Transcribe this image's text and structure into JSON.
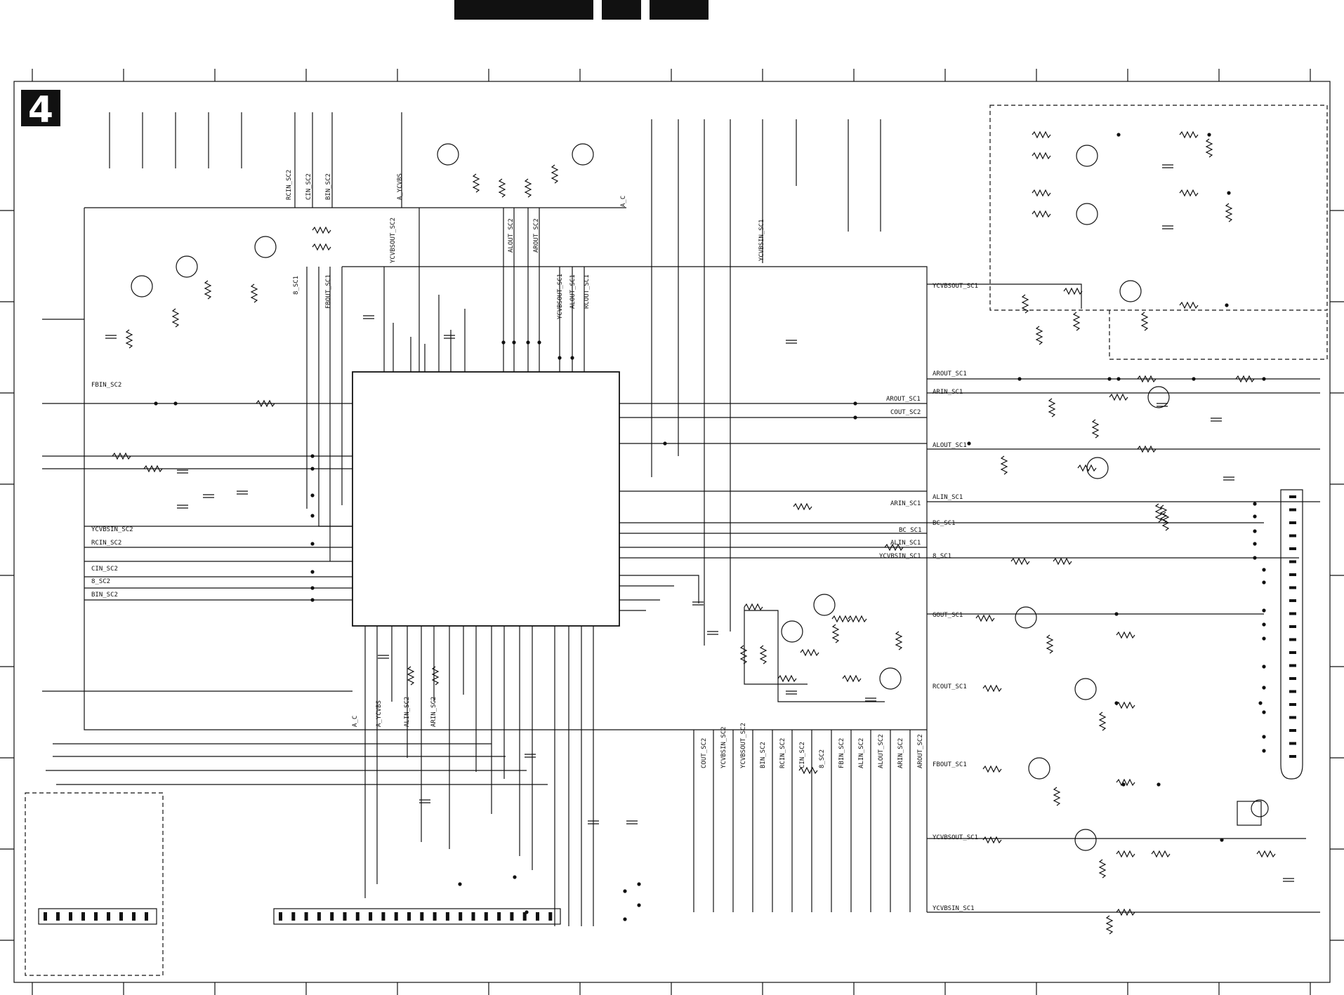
{
  "sheet": {
    "number": "4"
  },
  "colors": {
    "ink": "#111111",
    "paper": "#ffffff"
  },
  "nets": {
    "rcin_sc2": "RCIN_SC2",
    "cin_sc2": "CIN_SC2",
    "bin_sc2": "BIN_SC2",
    "a_ycvbs": "A_YCVBS",
    "ycvbsout_sc2": "YCVBSOUT_SC2",
    "alout_sc2": "ALOUT_SC2",
    "arout_sc2": "AROUT_SC2",
    "a_c": "A_C",
    "ycvbsin_sc1": "YCVBSIN_SC1",
    "b_sc1": "8_SC1",
    "fbout_sc1": "FBOUT_SC1",
    "ycvbsout_sc1": "YCVBSOUT_SC1",
    "alout_sc1": "ALOUT_SC1",
    "rcout_sc1": "RCOUT_SC1",
    "fbin_sc2": "FBIN_SC2",
    "ycvbsin_sc2": "YCVBSIN_SC2",
    "b_sc2": "8_SC2",
    "arout_sc1": "AROUT_SC1",
    "arin_sc1": "ARIN_SC1",
    "gout_sc1": "GOUT_SC1",
    "alin_sc1": "ALIN_SC1",
    "bc_sc1": "BC_SC1",
    "alin_sc2": "ALIN_SC2",
    "arin_sc2": "ARIN_SC2",
    "cout_sc2": "COUT_SC2",
    "ycvbsin_sc2_v": "YCVBSIN_SC2",
    "ycvbsout_sc2_v": "YCVBSOUT_SC2",
    "bin_sc2_v": "BIN_SC2",
    "rcin_sc2_v": "RCIN_SC2",
    "cin_sc2_v": "CIN_SC2",
    "b_sc2_v": "8_SC2",
    "fbin_sc2_v": "FBIN_SC2",
    "alin_sc2_v": "ALIN_SC2",
    "alout_sc2_v": "ALOUT_SC2",
    "arin_sc2_v": "ARIN_SC2",
    "arout_sc2_v": "AROUT_SC2"
  }
}
